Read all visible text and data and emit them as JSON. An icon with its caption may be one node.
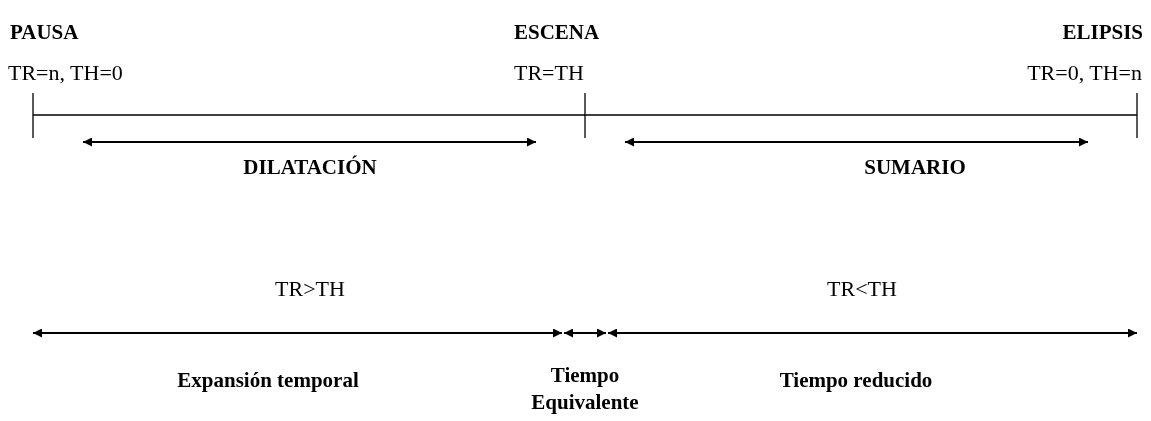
{
  "diagram": {
    "labels": [
      "PAUSA",
      "ESCENA",
      "ELIPSIS",
      "TR=n, TH=0",
      "TR=TH",
      "TR=0, TH=n",
      "DILATACIÓN",
      "SUMARIO",
      "TR>TH",
      "TR<TH",
      "Expansión temporal",
      "Tiempo Equivalente",
      "Tiempo reducido"
    ]
  }
}
